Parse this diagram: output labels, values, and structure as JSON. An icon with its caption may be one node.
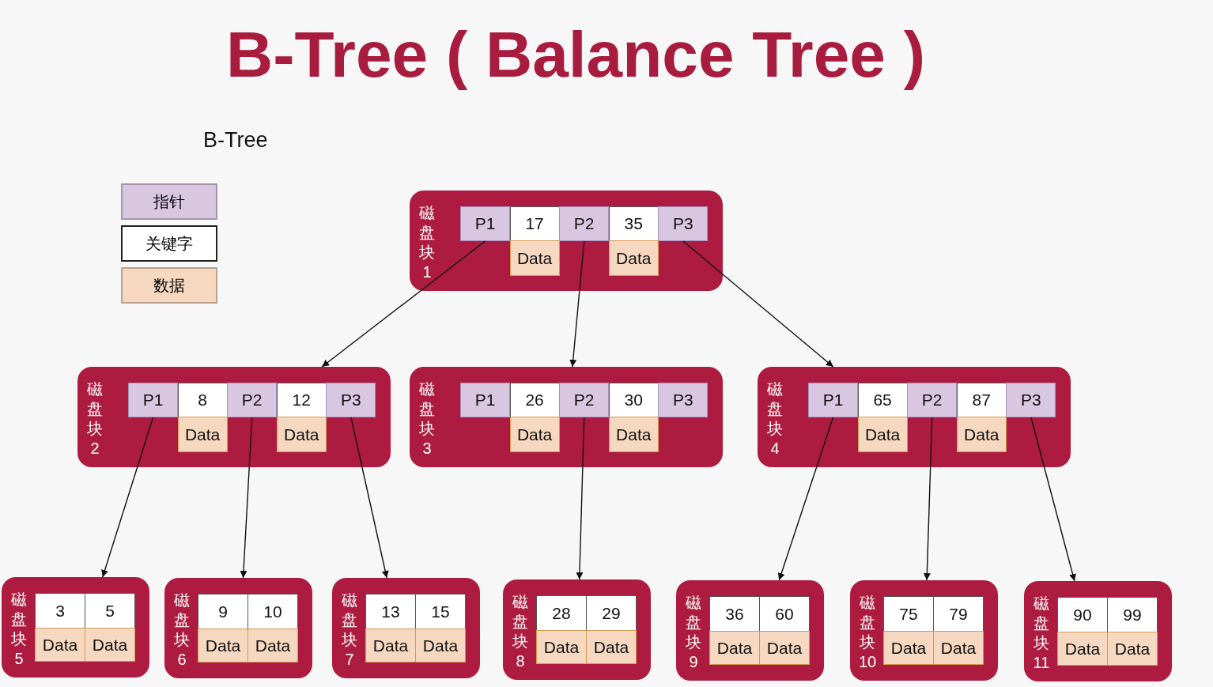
{
  "diagram": {
    "title": "B-Tree ( Balance Tree )",
    "nodes": [
      {
        "text": [
          "磁盘块1"
        ]
      },
      {
        "text": [
          "P1"
        ],
        "in": 0
      },
      {
        "text": [
          "17"
        ],
        "in": 0
      },
      {
        "text": [
          "P2"
        ],
        "in": 0
      },
      {
        "text": [
          "35"
        ],
        "in": 0
      },
      {
        "text": [
          "P3"
        ],
        "in": 0
      },
      {
        "text": [
          "Data"
        ],
        "in": 0
      },
      {
        "text": [
          "Data"
        ],
        "in": 0
      },
      {
        "text": [
          "磁盘块2"
        ]
      },
      {
        "text": [
          "P1"
        ],
        "in": 8
      },
      {
        "text": [
          "8"
        ],
        "in": 8
      },
      {
        "text": [
          "P2"
        ],
        "in": 8
      },
      {
        "text": [
          "12"
        ],
        "in": 8
      },
      {
        "text": [
          "P3"
        ],
        "in": 8
      },
      {
        "text": [
          "Data"
        ],
        "in": 8
      },
      {
        "text": [
          "Data"
        ],
        "in": 8
      },
      {
        "text": [
          "磁盘块3"
        ]
      },
      {
        "text": [
          "P1"
        ],
        "in": 16
      },
      {
        "text": [
          "26"
        ],
        "in": 16
      },
      {
        "text": [
          "P2"
        ],
        "in": 16
      },
      {
        "text": [
          "30"
        ],
        "in": 16
      },
      {
        "text": [
          "P3"
        ],
        "in": 16
      },
      {
        "text": [
          "Data"
        ],
        "in": 16
      },
      {
        "text": [
          "Data"
        ],
        "in": 16
      },
      {
        "text": [
          "磁盘块4"
        ]
      },
      {
        "text": [
          "P1"
        ],
        "in": 24
      },
      {
        "text": [
          "65"
        ],
        "in": 24
      },
      {
        "text": [
          "P2"
        ],
        "in": 24
      },
      {
        "text": [
          "87"
        ],
        "in": 24
      },
      {
        "text": [
          "P3"
        ],
        "in": 24
      },
      {
        "text": [
          "Data"
        ],
        "in": 24
      },
      {
        "text": [
          "Data"
        ],
        "in": 24
      },
      {
        "text": [
          "磁盘块5"
        ]
      },
      {
        "text": [
          "3"
        ],
        "in": 32
      },
      {
        "text": [
          "5"
        ],
        "in": 32
      },
      {
        "text": [
          "Data"
        ],
        "in": 32
      },
      {
        "text": [
          "Data"
        ],
        "in": 32
      },
      {
        "text": [
          "磁盘块6"
        ]
      },
      {
        "text": [
          "9"
        ],
        "in": 37
      },
      {
        "text": [
          "10"
        ],
        "in": 37
      },
      {
        "text": [
          "Data"
        ],
        "in": 37
      },
      {
        "text": [
          "Data"
        ],
        "in": 37
      },
      {
        "text": [
          "磁盘块7"
        ]
      },
      {
        "text": [
          "13"
        ],
        "in": 42
      },
      {
        "text": [
          "15"
        ],
        "in": 42
      },
      {
        "text": [
          "Data"
        ],
        "in": 42
      },
      {
        "text": [
          "Data"
        ],
        "in": 42
      },
      {
        "text": [
          "磁盘块8"
        ]
      },
      {
        "text": [
          "28"
        ],
        "in": 47
      },
      {
        "text": [
          "29"
        ],
        "in": 47
      },
      {
        "text": [
          "Data"
        ],
        "in": 47
      },
      {
        "text": [
          "Data"
        ],
        "in": 47
      },
      {
        "text": [
          "磁盘块9"
        ]
      },
      {
        "text": [
          "36"
        ],
        "in": 52
      },
      {
        "text": [
          "60"
        ],
        "in": 52
      },
      {
        "text": [
          "Data"
        ],
        "in": 52
      },
      {
        "text": [
          "Data"
        ],
        "in": 52
      },
      {
        "text": [
          "磁盘块10"
        ]
      },
      {
        "text": [
          "75"
        ],
        "in": 57
      },
      {
        "text": [
          "79"
        ],
        "in": 57
      },
      {
        "text": [
          "Data"
        ],
        "in": 57
      },
      {
        "text": [
          "Data"
        ],
        "in": 57
      },
      {
        "text": [
          "磁盘块11"
        ]
      },
      {
        "text": [
          "90"
        ],
        "in": 62
      },
      {
        "text": [
          "99"
        ],
        "in": 62
      },
      {
        "text": [
          "Data"
        ],
        "in": 62
      },
      {
        "text": [
          "Data"
        ],
        "in": 62
      }
    ],
    "edges": [
      {
        "from": 1,
        "to": 8,
        "arrow": "to"
      },
      {
        "from": 3,
        "to": 16,
        "arrow": "to"
      },
      {
        "from": 5,
        "to": 24,
        "arrow": "to"
      },
      {
        "from": 9,
        "to": 32,
        "arrow": "to"
      },
      {
        "from": 11,
        "to": 37,
        "arrow": "to"
      },
      {
        "from": 13,
        "to": 42,
        "arrow": "to"
      },
      {
        "from": 19,
        "to": 47,
        "arrow": "to"
      },
      {
        "from": 25,
        "to": 52,
        "arrow": "to"
      },
      {
        "from": 27,
        "to": 57,
        "arrow": "to"
      },
      {
        "from": 29,
        "to": 62,
        "arrow": "to"
      }
    ],
    "labels": [
      "B-Tree"
    ],
    "legend": [
      {
        "text": "指针",
        "color": "#d9c6e1"
      },
      {
        "text": "关键字",
        "color": "#ffffff"
      },
      {
        "text": "数据",
        "color": "#f6d8c0"
      }
    ]
  }
}
